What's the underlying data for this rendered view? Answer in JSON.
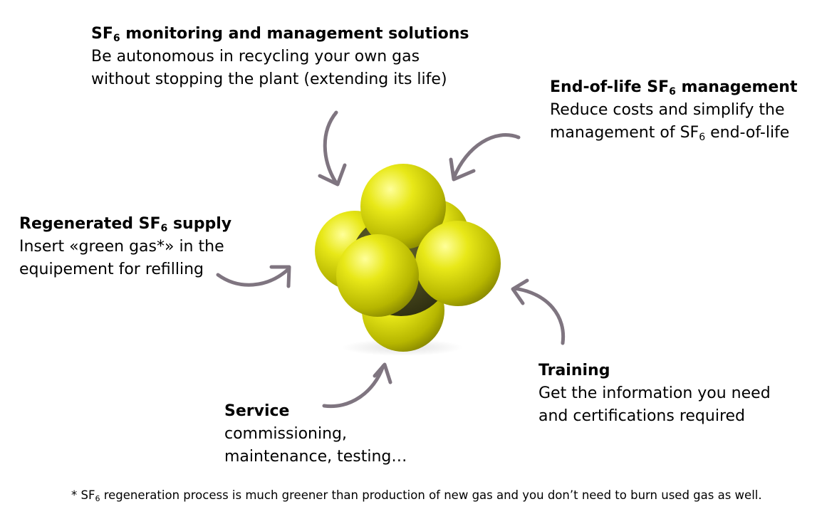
{
  "colors": {
    "arrow": "#7f7580",
    "sphere_fluorine": "#e6e61a",
    "sphere_sulfur": "#4c4a1c",
    "text": "#000000"
  },
  "blocks": {
    "monitoring": {
      "title_pre": "SF",
      "title_sub": "6",
      "title_post": " monitoring and management solutions",
      "line1": "Be autonomous in recycling your own gas",
      "line2": "without stopping the plant (extending its life)"
    },
    "endoflife": {
      "title_pre": "End-of-life SF",
      "title_sub": "6",
      "title_post": " management",
      "line1": "Reduce costs and simplify the",
      "line2_pre": "management of SF",
      "line2_sub": "6",
      "line2_post": " end-of-life"
    },
    "regenerated": {
      "title_pre": "Regenerated SF",
      "title_sub": "6",
      "title_post": " supply",
      "line1": "Insert «green gas*» in the",
      "line2": "equipement for refilling"
    },
    "training": {
      "title": "Training",
      "line1": "Get the information you need",
      "line2": "and certifications required"
    },
    "service": {
      "title": "Service",
      "line1": "commissioning,",
      "line2": "maintenance, testing…"
    }
  },
  "footnote": {
    "pre": "* SF",
    "sub": "6",
    "post": " regeneration process is much greener than production of new gas and you don’t need to burn used gas as well."
  }
}
